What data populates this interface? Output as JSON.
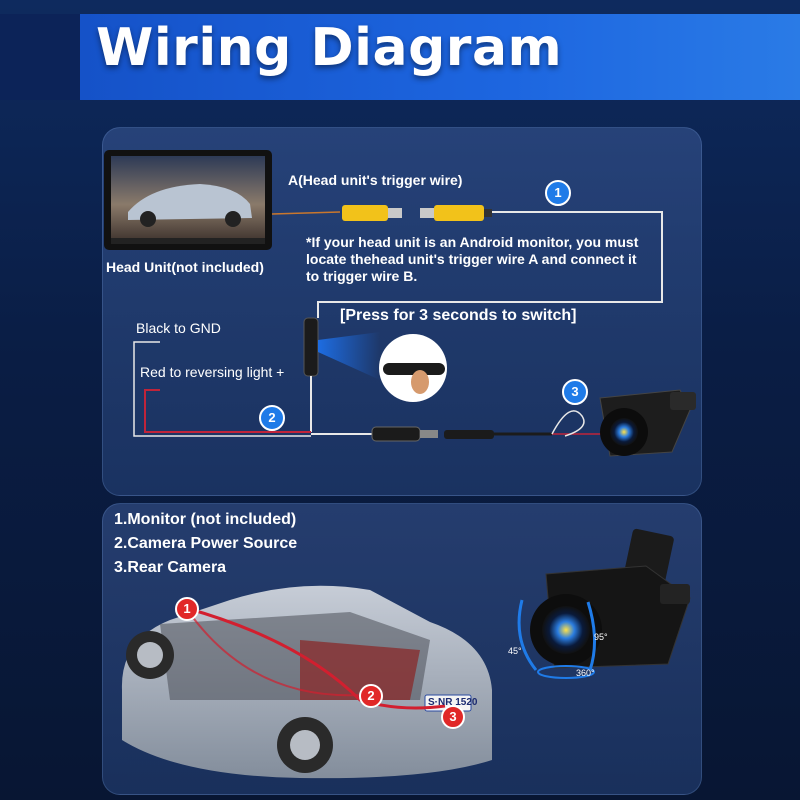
{
  "title": "Wiring Diagram",
  "head_unit": {
    "label": "Head Unit(not included)"
  },
  "trigger_wire": "A(Head unit's trigger wire)",
  "note": "*If your head unit is an Android monitor, you must locate thehead unit's trigger wire A and connect it to trigger wire B.",
  "switch_hint": "[Press for 3 seconds to switch]",
  "wires": {
    "black": "Black to GND",
    "red": "Red to reversing light +"
  },
  "badges": [
    "1",
    "2",
    "3"
  ],
  "legend": [
    "1.Monitor (not included)",
    "2.Camera Power Source",
    "3.Rear Camera"
  ],
  "plate": "S·NR 1520",
  "angles": {
    "left": "45°",
    "right": "95°",
    "rotate": "360°"
  },
  "colors": {
    "accent": "#1f7be8",
    "marker": "#e12828",
    "wire_red": "#c0243a",
    "wire_gray": "#e8e8e8",
    "rca_yellow": "#f2c21a"
  }
}
